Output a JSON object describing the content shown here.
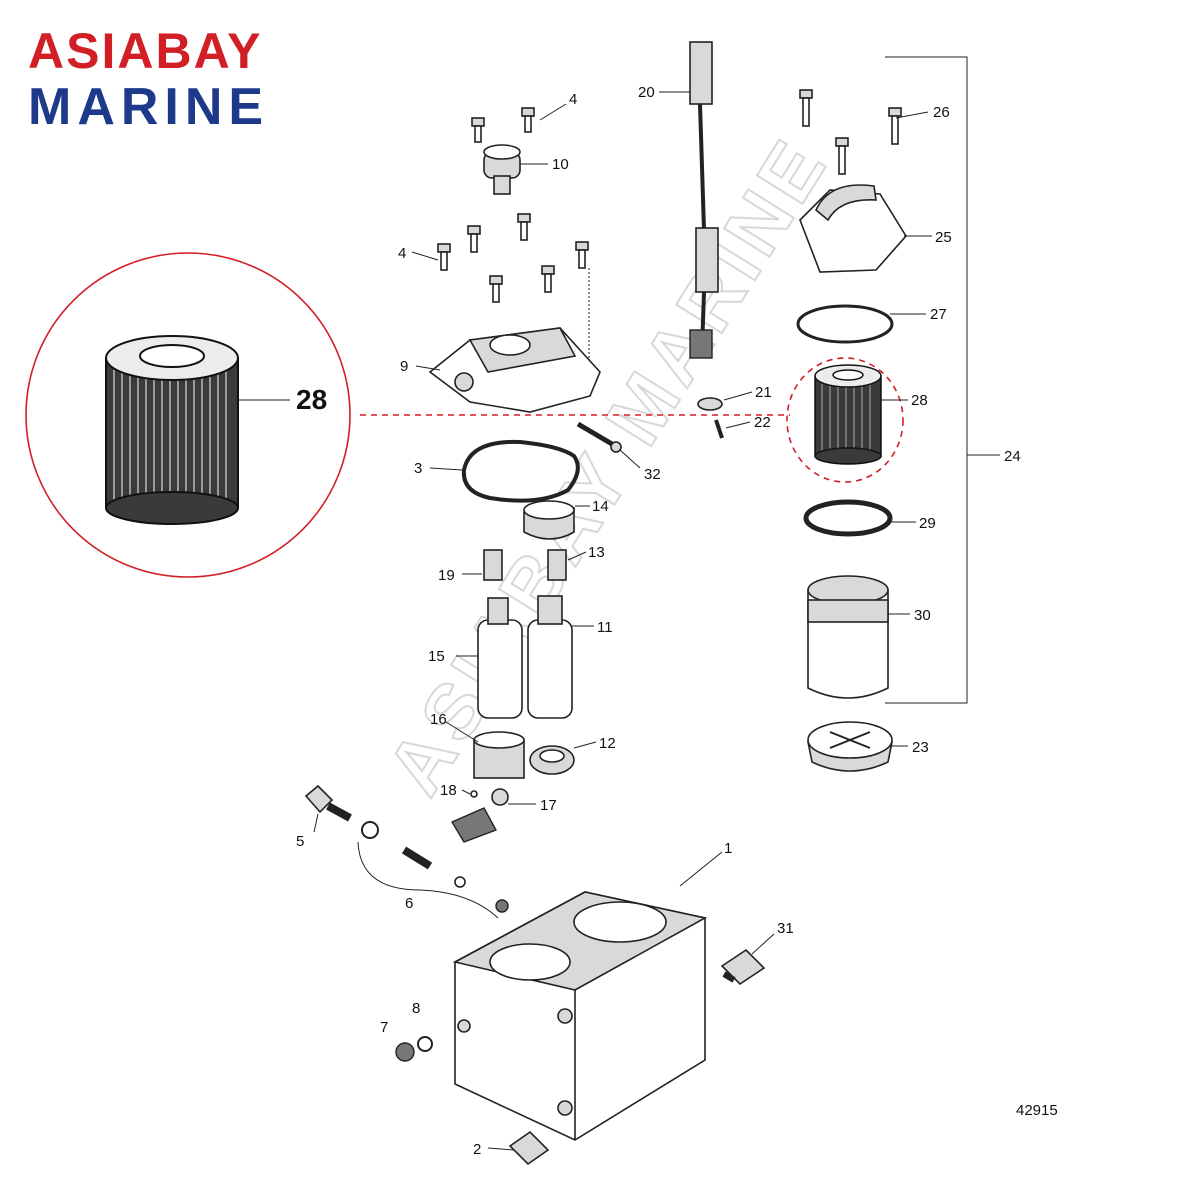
{
  "brand": {
    "line1": "ASIABAY",
    "line2": "MARINE",
    "line1_color": "#d21f26",
    "line2_color": "#1d3a8a"
  },
  "watermark": "ASIABAY MARINE",
  "figure_number": "42915",
  "highlight": {
    "part": "28",
    "color": "#d21f26"
  },
  "callouts": [
    "1",
    "2",
    "3",
    "4",
    "4",
    "5",
    "6",
    "7",
    "8",
    "9",
    "10",
    "11",
    "12",
    "13",
    "14",
    "15",
    "16",
    "17",
    "18",
    "19",
    "20",
    "21",
    "22",
    "23",
    "24",
    "25",
    "26",
    "27",
    "28",
    "29",
    "30",
    "31",
    "32"
  ]
}
